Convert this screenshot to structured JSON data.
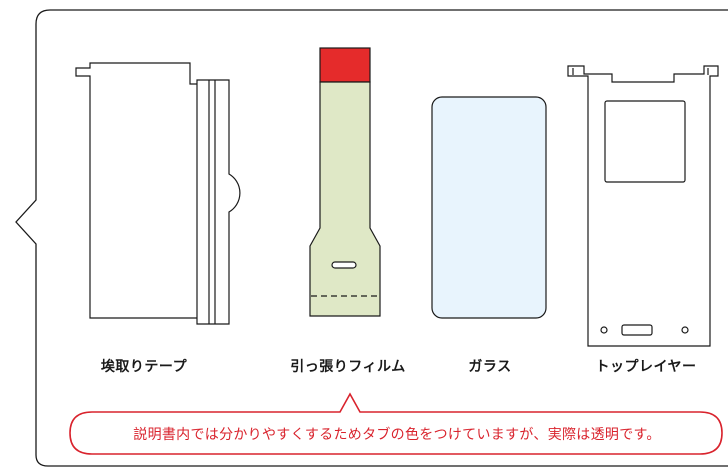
{
  "items": [
    {
      "id": "dust-tape",
      "label": "埃取りテープ"
    },
    {
      "id": "pull-film",
      "label": "引っ張りフィルム"
    },
    {
      "id": "glass",
      "label": "ガラス"
    },
    {
      "id": "top-layer",
      "label": "トップレイヤー"
    }
  ],
  "note": "説明書内では分かりやすくするためタブの色をつけていますが、実際は透明です。",
  "colors": {
    "outline": "#1a1a1a",
    "tab_red": "#e52b2b",
    "film_green": "#dfe8c6",
    "glass_blue": "#e8f4fd",
    "note_red": "#d9232d"
  }
}
